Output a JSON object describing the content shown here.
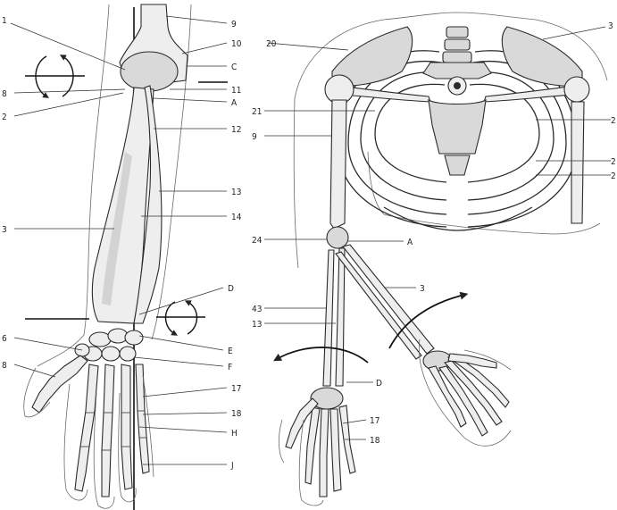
{
  "figure_left": {
    "labels_left": [
      "1",
      "8",
      "2",
      "3",
      "6",
      "8"
    ],
    "labels_right": [
      "9",
      "10",
      "C",
      "11",
      "A",
      "12",
      "13",
      "14",
      "D",
      "E",
      "F",
      "17",
      "18",
      "H",
      "J"
    ]
  },
  "figure_right": {
    "labels_left": [
      "20",
      "21",
      "9",
      "24",
      "43",
      "13"
    ],
    "labels_right": [
      "3",
      "2",
      "2",
      "2",
      "A",
      "3",
      "D",
      "17",
      "18"
    ]
  },
  "icons": [
    "rotation-arrows-icon",
    "rotation-arrows-icon",
    "motion-arrow-icon",
    "motion-arrow-icon"
  ]
}
